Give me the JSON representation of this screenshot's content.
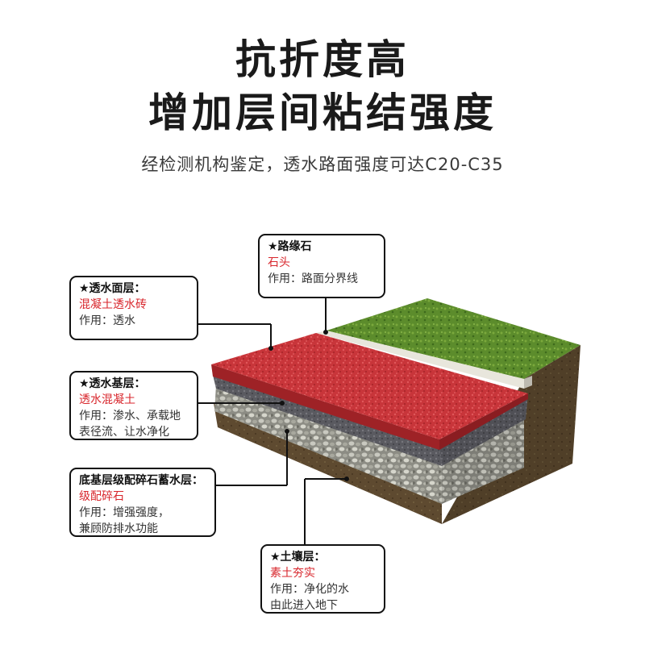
{
  "title_line1": "抗折度高",
  "title_line2": "增加层间粘结强度",
  "subtitle": "经检测机构鉴定，透水路面强度可达C20-C35",
  "colors": {
    "red_surface": "#c8353a",
    "grass": "#5a8a2a",
    "highlight_text": "#d8262c",
    "soil": "#5e4a30"
  },
  "callouts": {
    "curbstone": {
      "heading": "★路缘石",
      "material": "石头",
      "usage": [
        "作用：路面分界线"
      ]
    },
    "surface": {
      "heading": "★透水面层：",
      "material": "混凝土透水砖",
      "usage": [
        "作用：透水"
      ]
    },
    "base": {
      "heading": "★透水基层：",
      "material": "透水混凝土",
      "usage": [
        "作用：渗水、承载地",
        "表径流、让水净化"
      ]
    },
    "subbase": {
      "heading": "底基层级配碎石蓄水层：",
      "material": "级配碎石",
      "usage": [
        "作用：增强强度，",
        "兼顾防排水功能"
      ]
    },
    "soil": {
      "heading": "★土壤层：",
      "material": "素土夯实",
      "usage": [
        "作用：净化的水",
        "由此进入地下"
      ]
    }
  }
}
